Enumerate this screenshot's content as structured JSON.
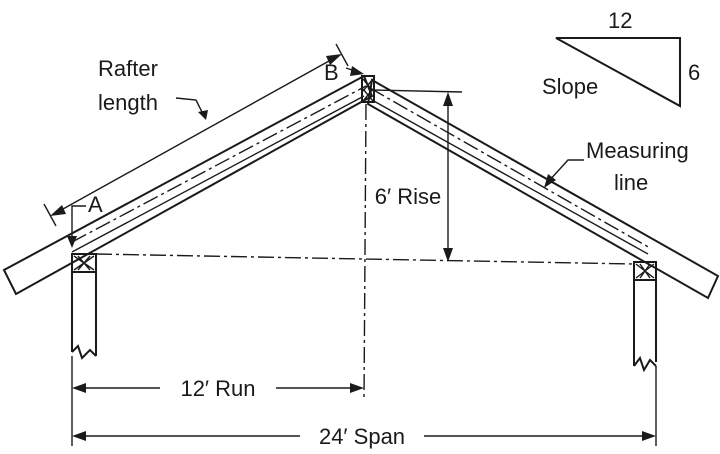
{
  "labels": {
    "rafter_line1": "Rafter",
    "rafter_line2": "length",
    "point_a": "A",
    "point_b": "B",
    "rise": "6′ Rise",
    "run": "12′ Run",
    "span": "24′ Span",
    "measuring_line1": "Measuring",
    "measuring_line2": "line",
    "slope": "Slope",
    "slope_horizontal": "12",
    "slope_vertical": "6"
  }
}
